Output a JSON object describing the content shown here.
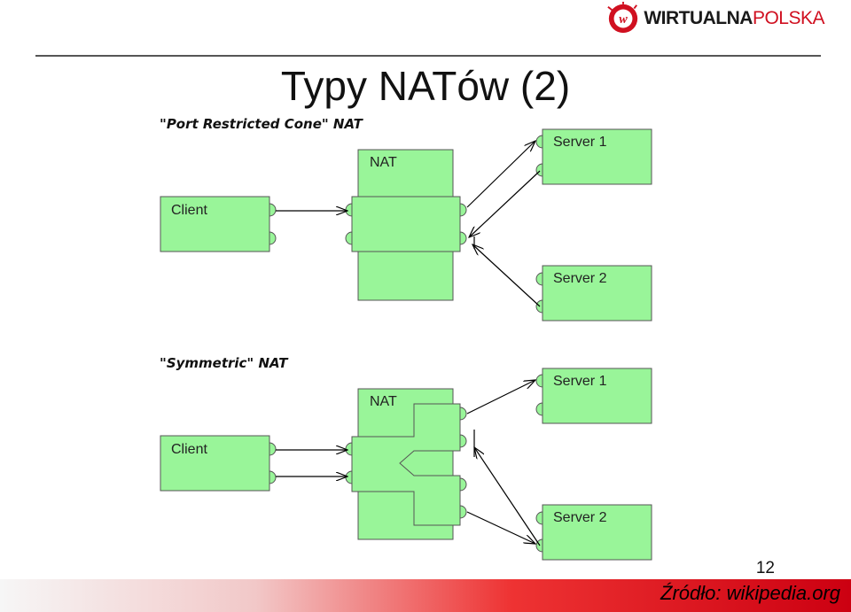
{
  "slide": {
    "title": "Typy NATów (2)",
    "page_number": "12",
    "source": "Źródło: wikipedia.org",
    "logo": {
      "text_bold": "WIRTUALNA",
      "text_light": "POLSKA",
      "color": "#d01020"
    }
  },
  "sections": [
    {
      "title": "\"Port Restricted Cone\" NAT",
      "nat_label": "NAT",
      "client_label": "Client",
      "server1_label": "Server 1",
      "server2_label": "Server 2"
    },
    {
      "title": "\"Symmetric\" NAT",
      "nat_label": "NAT",
      "client_label": "Client",
      "server1_label": "Server 1",
      "server2_label": "Server 2"
    }
  ],
  "colors": {
    "box_fill": "#99f599",
    "box_stroke": "#555555",
    "arrow": "#000000"
  }
}
